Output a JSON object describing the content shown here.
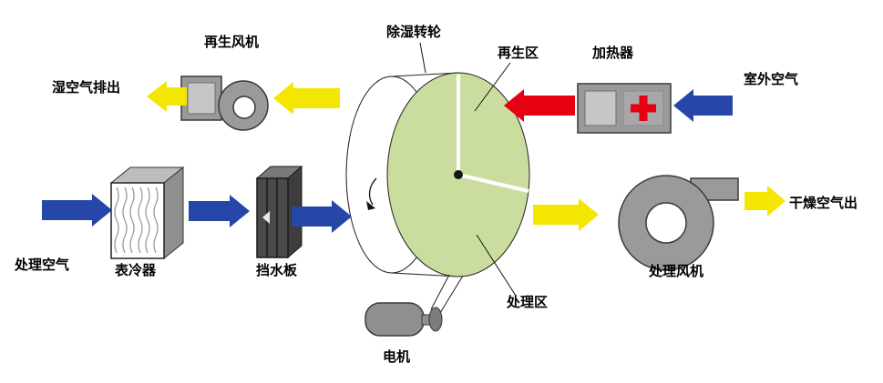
{
  "diagram": {
    "labels": {
      "regen_fan": "再生风机",
      "moist_air_out": "湿空气排出",
      "wheel": "除湿转轮",
      "regen_zone": "再生区",
      "heater": "加热器",
      "outdoor_air": "室外空气",
      "process_air": "处理空气",
      "surface_cooler": "表冷器",
      "water_baffle": "挡水板",
      "process_zone": "处理区",
      "motor": "电机",
      "process_fan": "处理风机",
      "dry_air_out": "干燥空气出"
    },
    "colors": {
      "process_air_blue": "#2646a8",
      "humid_air_yellow": "#f3e600",
      "hot_air_red": "#e60012",
      "wheel_face_green": "#cadd9f",
      "equipment_gray": "#9a9a9a"
    },
    "arrows": [
      {
        "name": "moist-air-exhaust",
        "color": "yellow",
        "direction": "left"
      },
      {
        "name": "wheel-to-regen-fan",
        "color": "yellow",
        "direction": "left"
      },
      {
        "name": "heater-to-wheel",
        "color": "red",
        "direction": "left"
      },
      {
        "name": "outdoor-air-to-heater",
        "color": "blue",
        "direction": "left"
      },
      {
        "name": "process-air-in",
        "color": "blue",
        "direction": "right"
      },
      {
        "name": "cooler-to-baffle",
        "color": "blue",
        "direction": "right"
      },
      {
        "name": "baffle-to-wheel",
        "color": "blue",
        "direction": "right"
      },
      {
        "name": "wheel-to-process-fan",
        "color": "yellow",
        "direction": "right"
      },
      {
        "name": "dry-air-out",
        "color": "yellow",
        "direction": "right"
      }
    ],
    "icons": [
      "regen-fan-icon",
      "dehumidifier-wheel-icon",
      "heater-icon",
      "surface-cooler-icon",
      "water-baffle-icon",
      "process-fan-icon",
      "motor-icon",
      "rotation-arrow-icon"
    ]
  }
}
